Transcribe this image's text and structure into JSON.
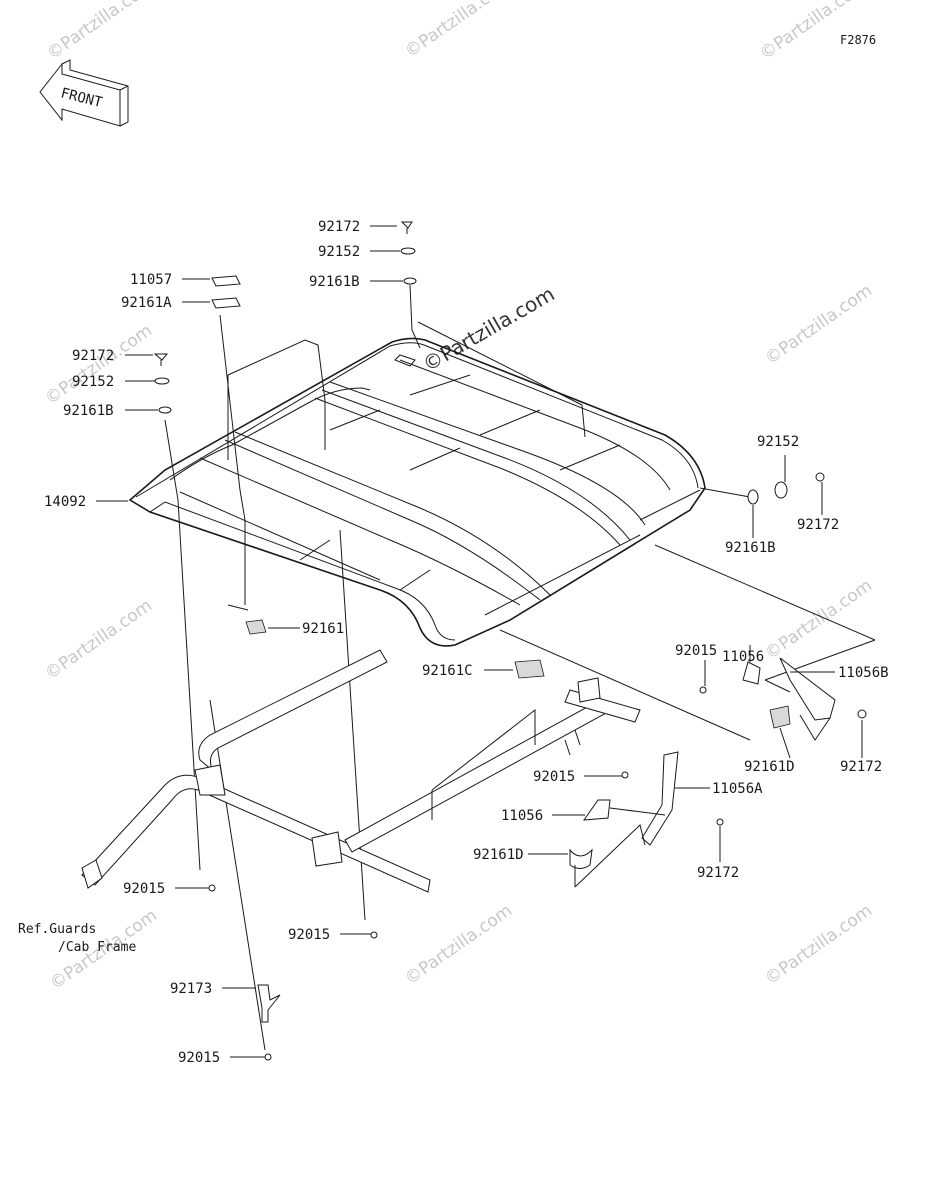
{
  "diagram": {
    "figure_code": "F2876",
    "front_label": "FRONT",
    "ref_note_line1": "Ref.Guards",
    "ref_note_line2": "/Cab Frame",
    "watermark": "©Partzilla.com",
    "parts": {
      "p92172_top": "92172",
      "p92152_top": "92152",
      "p92161B_top": "92161B",
      "p11057": "11057",
      "p92161A": "92161A",
      "p92172_left": "92172",
      "p92152_left": "92152",
      "p92161B_left": "92161B",
      "p14092": "14092",
      "p92161": "92161",
      "p92161C": "92161C",
      "p92152_right": "92152",
      "p92172_right": "92172",
      "p92161B_right": "92161B",
      "p92015_r1": "92015",
      "p11056_r1": "11056",
      "p11056B": "11056B",
      "p92161D_r": "92161D",
      "p92172_r2": "92172",
      "p92015_mid": "92015",
      "p11056A": "11056A",
      "p11056_mid": "11056",
      "p92172_mid": "92172",
      "p92161D_mid": "92161D",
      "p92015_left": "92015",
      "p92015_center": "92015",
      "p92173": "92173",
      "p92015_bottom": "92015"
    }
  }
}
